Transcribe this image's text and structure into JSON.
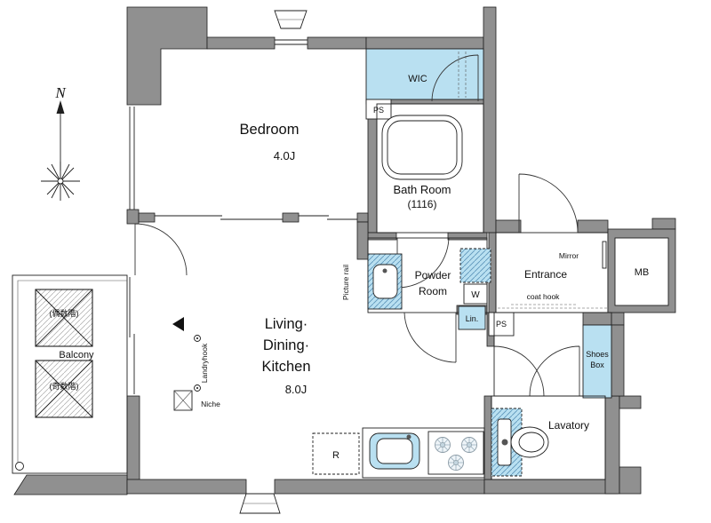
{
  "compass": {
    "north": "N"
  },
  "rooms": {
    "bedroom": {
      "name": "Bedroom",
      "size": "4.0J"
    },
    "wic": {
      "name": "WIC"
    },
    "bath": {
      "name": "Bath Room",
      "size": "(1116)"
    },
    "powder": {
      "line1": "Powder",
      "line2": "Room"
    },
    "entrance": {
      "name": "Entrance"
    },
    "ldk": {
      "line1": "Living·",
      "line2": "Dining·",
      "line3": "Kitchen",
      "size": "8.0J"
    },
    "balcony": {
      "name": "Balcony",
      "even_floor": "(偶数階)",
      "odd_floor": "(奇数階)"
    },
    "lavatory": {
      "name": "Lavatory"
    }
  },
  "fixtures": {
    "ps_top": "PS",
    "ps_mid": "PS",
    "washer": "W",
    "linen": "Lin.",
    "meter_box": "MB",
    "shoes_line1": "Shoes",
    "shoes_line2": "Box",
    "refrigerator": "R",
    "mirror": "Mirror",
    "coat_hook": "coat hook",
    "niche": "Niche",
    "laundry_hook": "Landryhook",
    "picture_rail": "Picture rail"
  },
  "colors": {
    "wall": "#909090",
    "highlight": "#b9e0f1",
    "line": "#1f1f1f"
  }
}
